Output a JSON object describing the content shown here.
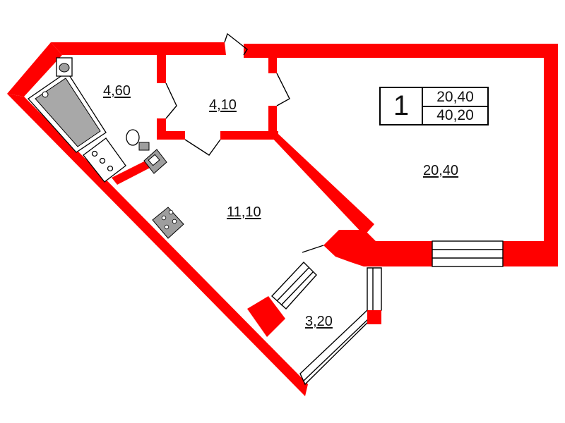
{
  "plan": {
    "wall_color": "#ff0000",
    "summary": {
      "rooms": "1",
      "living_area": "20,40",
      "total_area": "40,20"
    },
    "rooms": {
      "bathroom": "4,60",
      "hallway": "4,10",
      "living_room": "20,40",
      "kitchen": "11,10",
      "balcony": "3,20"
    },
    "fixtures": [
      "bathtub",
      "washbasin",
      "toilet",
      "washing-machine",
      "sink",
      "stove"
    ]
  }
}
